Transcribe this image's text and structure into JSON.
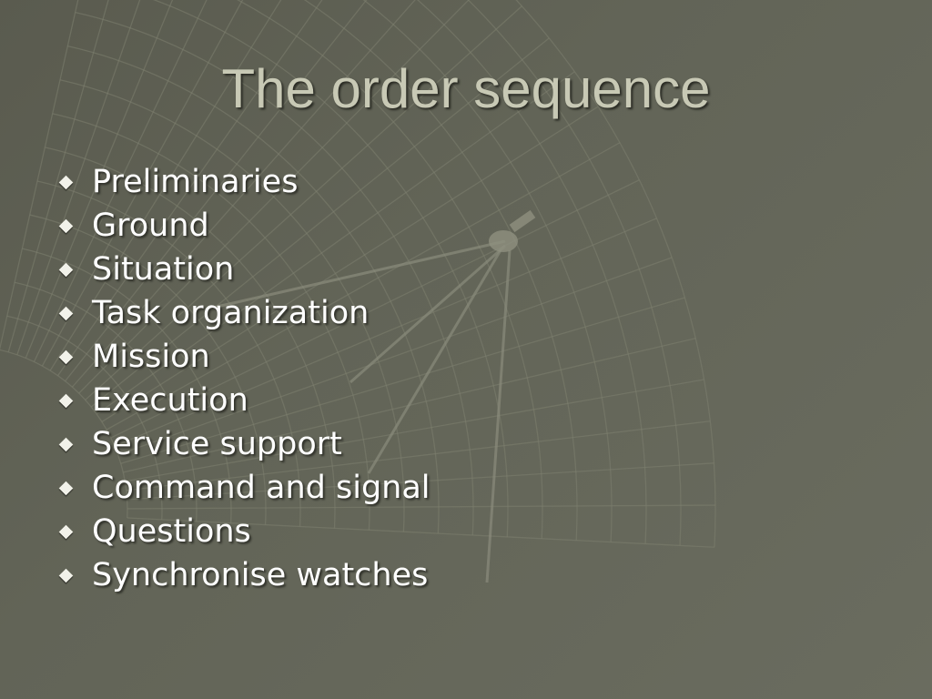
{
  "slide": {
    "title": "The order sequence",
    "bullets": [
      "Preliminaries",
      "Ground",
      "Situation",
      "Task organization",
      "Mission",
      "Execution",
      "Service support",
      "Command and signal",
      "Questions",
      "Synchronise watches"
    ]
  },
  "icons": {
    "bullet": "diamond-bullet-icon",
    "background": "satellite-dish-grid-illustration"
  },
  "colors": {
    "background": "#626457",
    "title": "#c8c9b5",
    "bullet_text": "#ffffff"
  }
}
